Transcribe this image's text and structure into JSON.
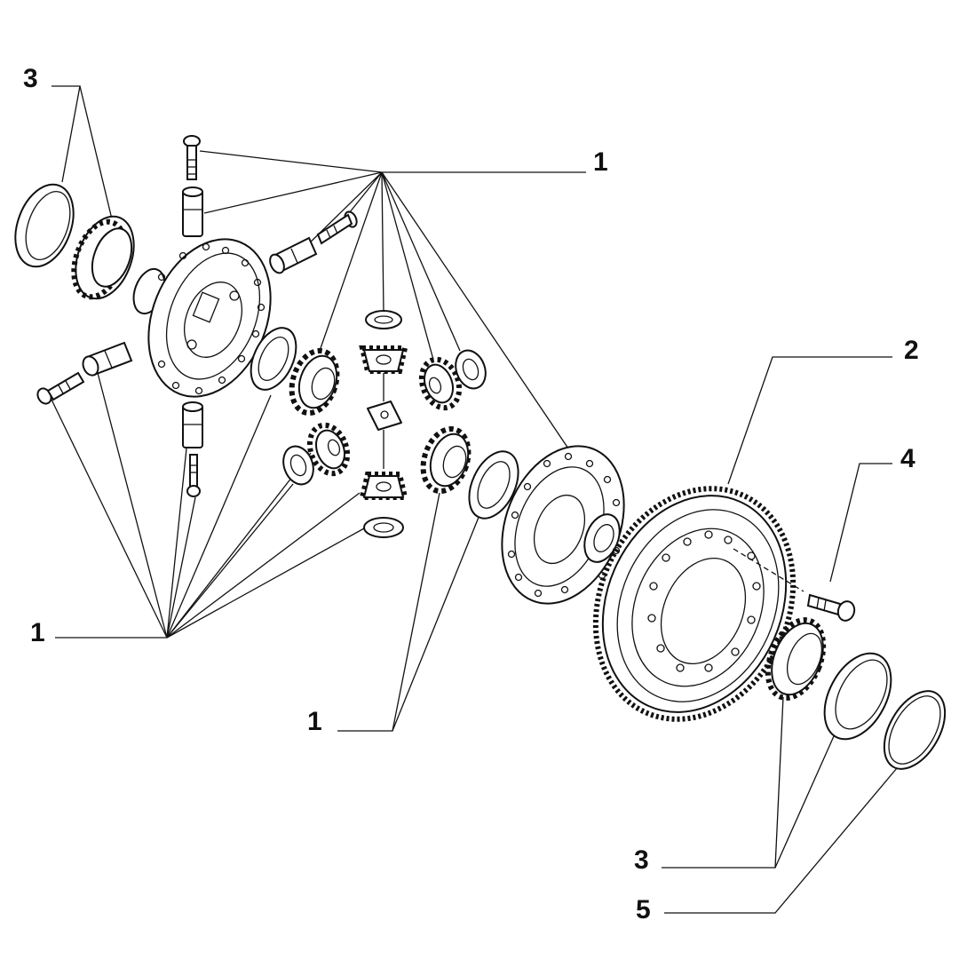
{
  "callouts": {
    "c3_top_left": "3",
    "c1_top_right": "1",
    "c2_right": "2",
    "c4_right": "4",
    "c1_left": "1",
    "c1_center": "1",
    "c3_bottom": "3",
    "c5_bottom": "5"
  },
  "colors": {
    "line": "#111111",
    "background": "#ffffff"
  }
}
